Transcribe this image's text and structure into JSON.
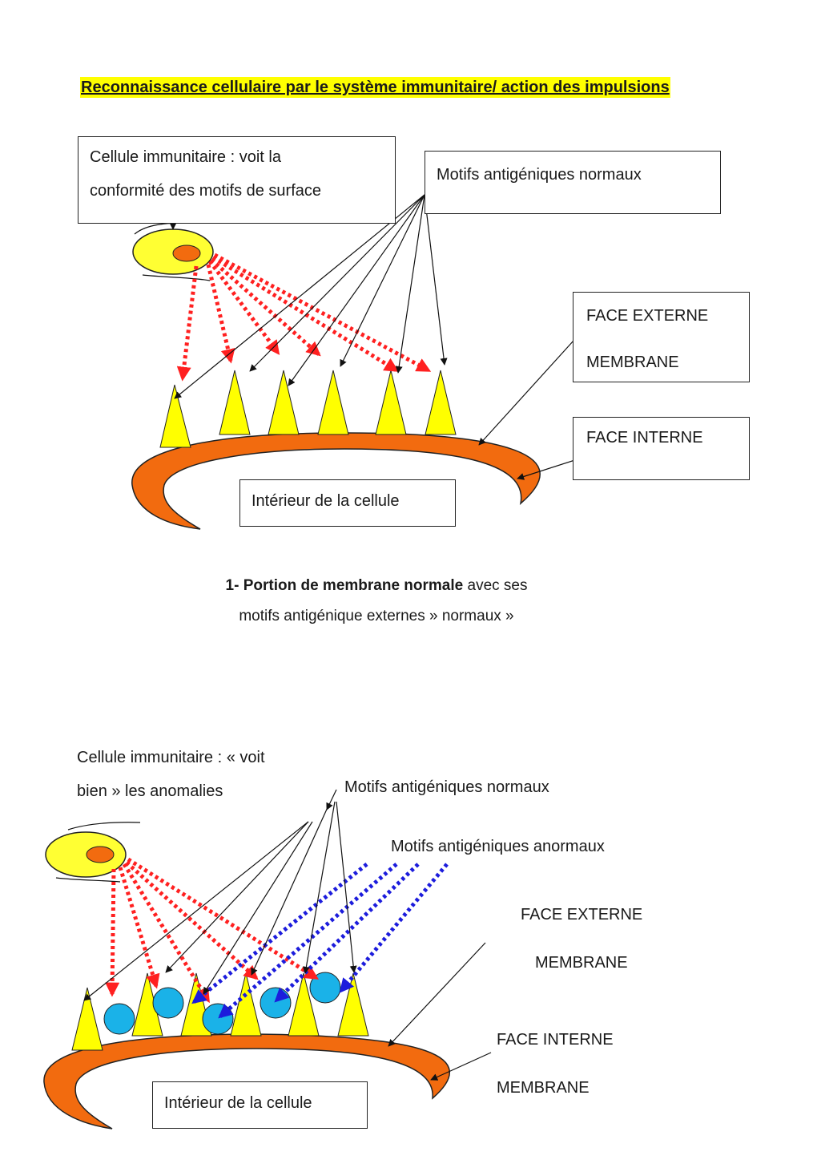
{
  "title": "Reconnaissance cellulaire par le système immunitaire/ action des impulsions",
  "colors": {
    "title_highlight": "#ffff00",
    "immune_cell_fill": "#ffff33",
    "nucleus_fill": "#f26b0f",
    "membrane_fill": "#f26b0f",
    "antigen_normal_fill": "#ffff00",
    "antigen_abnormal_fill": "#1ab2e8",
    "impulse_normal": "#ff2020",
    "impulse_abnormal": "#1c1cdc"
  },
  "diagram1": {
    "immune_cell_label": [
      "Cellule immunitaire  : voit la",
      "conformité des motifs de surface"
    ],
    "normal_motifs_label": "Motifs antigéniques  normaux",
    "face_externe_label": [
      "FACE EXTERNE",
      "MEMBRANE"
    ],
    "face_interne_label": "FACE INTERNE",
    "interior_label": "Intérieur de la cellule",
    "caption": {
      "number": "1-",
      "bold": "Portion de membrane normale",
      "rest_line1": " avec ses",
      "line2": "motifs antigénique externes » normaux »"
    }
  },
  "diagram2": {
    "immune_cell_label": [
      "Cellule immunitaire  : « voit",
      "bien » les anomalies"
    ],
    "normal_motifs_label": "Motifs antigéniques  normaux",
    "abnormal_motifs_label": "Motifs antigéniques  anormaux",
    "face_externe_label": [
      "FACE EXTERNE",
      "MEMBRANE"
    ],
    "face_interne_label": [
      "FACE INTERNE",
      "MEMBRANE"
    ],
    "interior_label": "Intérieur de la cellule"
  }
}
